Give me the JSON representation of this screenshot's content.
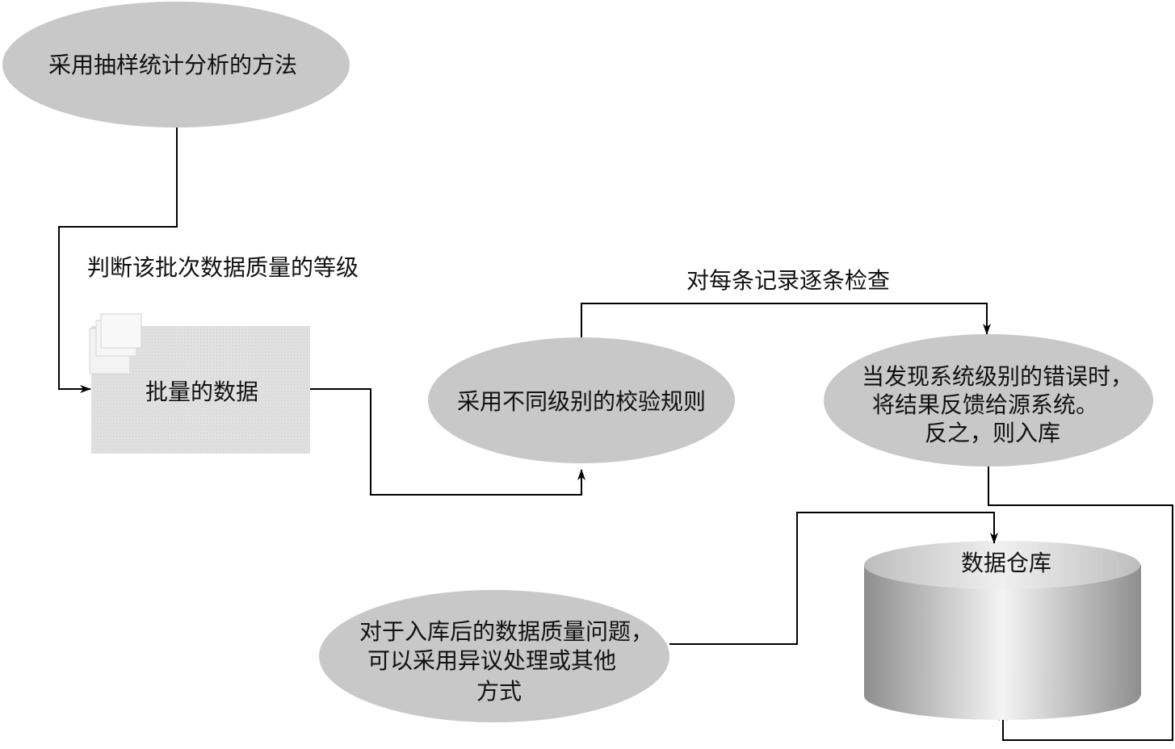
{
  "nodes": {
    "sampling_method": "采用抽样统计分析的方法",
    "batch_data": "批量的数据",
    "validation_rules": "采用不同级别的校验规则",
    "error_feedback": [
      "当发现系统级别的错误时，",
      "将结果反馈给源系统。",
      "反之，则入库"
    ],
    "data_warehouse": "数据仓库",
    "post_storage": [
      "对于入库后的数据质量问题，",
      "可以采用异议处理或其他",
      "方式"
    ]
  },
  "labels": {
    "judge_grade": "判断该批次数据质量的等级",
    "check_each_record": "对每条记录逐条检查"
  },
  "colors": {
    "ellipse_fill": "#c8c8c8",
    "box_fill": "#dcdcdc",
    "line": "#000000"
  }
}
